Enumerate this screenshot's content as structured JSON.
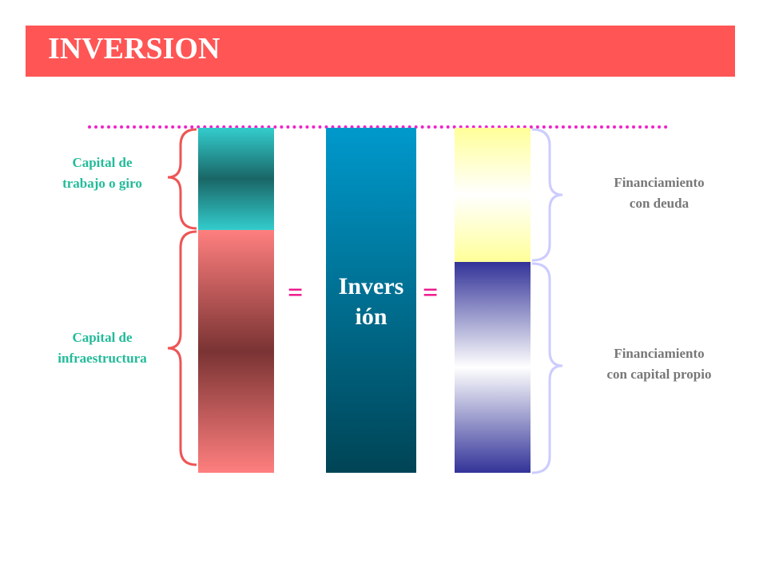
{
  "title": "INVERSION",
  "labels": {
    "working_capital": "Capital de\ntrabajo o giro",
    "infrastructure_capital": "Capital de\ninfraestructura",
    "investment": "Invers\nión",
    "debt_financing": "Financiamiento\ncon deuda",
    "equity_financing": "Financiamiento\ncon capital propio",
    "equals": "="
  },
  "colors": {
    "title_bar": "#ff5555",
    "dotted_line": "#ee22cc",
    "left_labels": "#22bb99",
    "right_labels": "#777777",
    "left_braces": "#ee5555",
    "right_braces": "#ccccff",
    "equals": "#ee1188"
  }
}
